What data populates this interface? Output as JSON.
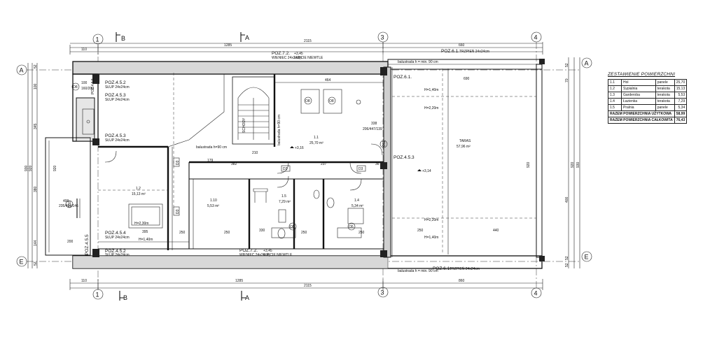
{
  "drawing": {
    "axes": {
      "numeric": [
        "1",
        "3",
        "4"
      ],
      "letters_top": [
        "B",
        "A"
      ],
      "letters_bottom": [
        "B",
        "A"
      ],
      "rows_left": [
        "A",
        "E"
      ],
      "rows_right": [
        "A",
        "E"
      ]
    },
    "top_dims": {
      "row1": [
        "110",
        "1285",
        "2115"
      ],
      "row2": [
        "660"
      ]
    },
    "bottom_dims": {
      "row1": [
        "110",
        "1285",
        "860"
      ],
      "row2": [
        "2115"
      ]
    },
    "left_dims": [
      "52",
      "100",
      "345",
      "920",
      "930",
      "380",
      "144",
      "52",
      "920"
    ],
    "right_dims": [
      "52",
      "70",
      "920",
      "930",
      "920",
      "400",
      "52",
      "52"
    ],
    "poz_labels": {
      "p72_top": "POZ.7.2.",
      "p72_top_sub": "WIENIEC 24x24cm",
      "p72_top_sub2": "+3,45",
      "p72_top_sub3": "UJĘCIE NIEWTLE",
      "p61_top": "POZ.6.1.",
      "p61_top_sub": "TRZPIEŃ 24x24cm",
      "p452": "POZ.4.5.2",
      "p452_sub": "SŁUP 24x24cm",
      "p453a": "POZ.4.5.3",
      "p453a_sub": "SŁUP 24x24cm",
      "p453b": "POZ.4.5.3",
      "p453b_sub": "SŁUP 24x24cm",
      "p455_top": "POZ.4.5.5",
      "p61_right": "POZ.6.1.",
      "p453_right": "POZ.4.5.3",
      "p454": "POZ.4.5.4",
      "p454_sub": "SŁUP 24x24cm",
      "p452_bottom": "POZ.4.5.2",
      "p452_bottom_sub": "SŁUP 24x24cm",
      "p455_left": "POZ.4.5.5",
      "p72_bottom": "POZ.7.2.",
      "p72_bottom_sub": "WIENIEC 24x24cm",
      "p72_bottom_sub2": "+3,45",
      "p72_bottom_sub3": "UJĘCIE NIEWTLE",
      "p61_bottom": "POZ.6.1.",
      "p61_bottom_sub": "TRZPIEŃ 24x24cm"
    },
    "notes": {
      "balustrade_top": "balustrada h = min. 90 cm",
      "balustrade_mid": "balustrada h=90 cm",
      "balustrade_stair": "balustrada h=90 cm",
      "balustrade_bottom": "balustrada h = min. 90 cm",
      "stair": "SCHODY",
      "height_140_top": "H=1,40m",
      "height_220_top": "H=2,20m",
      "height_220_right": "H=2,20m",
      "height_140_right": "H=1,40m",
      "height_230": "H=2,30m",
      "height_140_left": "H=1,40m"
    },
    "rooms": {
      "hall_no": "1.1",
      "hall_area": "25,70 m²",
      "bed_no": "1.2",
      "bed_area": "15,13 m²",
      "ward_no": "1.10",
      "ward_area": "5,53 m²",
      "bath_no": "1.5",
      "bath_area": "7,29 m²",
      "laundry_no": "1.4",
      "laundry_area": "5,34 m²",
      "terrace": "TARAS",
      "terrace_area": "57,96 m²"
    },
    "levels": {
      "l316": "+3,16",
      "l314": "+3,14"
    },
    "doors": [
      "D3",
      "D3",
      "D3",
      "D3"
    ],
    "windows": {
      "o8a": "O8",
      "o8b": "O8",
      "o5a": "O5",
      "o5b": "O5",
      "o8_left": "O8",
      "o8_left_dim": "100",
      "o8_left_dim2": "160/200",
      "o11_dim": "400",
      "o11_dim2": "235/464/146",
      "o10_label": "O10",
      "o11_label": "O11",
      "o11_dim3": "338",
      "o11_dim4": "206/447/139"
    },
    "inner_dims": [
      "464",
      "210",
      "179",
      "382",
      "237",
      "36",
      "690",
      "395",
      "250",
      "440",
      "200",
      "330",
      "250",
      "250",
      "250",
      "250"
    ]
  },
  "legend": {
    "title": "ZESTAWIENIE POWIERZCHNI",
    "rows": [
      {
        "no": "1.1",
        "name": "Hol",
        "floor": "panele",
        "area": "25,70"
      },
      {
        "no": "1.2",
        "name": "Sypialnia",
        "floor": "terakota",
        "area": "15,13"
      },
      {
        "no": "1.3",
        "name": "Garderoba",
        "floor": "terakota",
        "area": "5,53"
      },
      {
        "no": "1.4",
        "name": "Łazienka",
        "floor": "terakota",
        "area": "7,29"
      },
      {
        "no": "1.5",
        "name": "Pralnia",
        "floor": "panele",
        "area": "5,34"
      }
    ],
    "sum_usable_label": "RAZEM POWIERZCHNIA UŻYTKOWA",
    "sum_usable": "58,99",
    "sum_total_label": "RAZEM POWIERZCHNIA CAŁKOWITA",
    "sum_total": "76,43"
  }
}
